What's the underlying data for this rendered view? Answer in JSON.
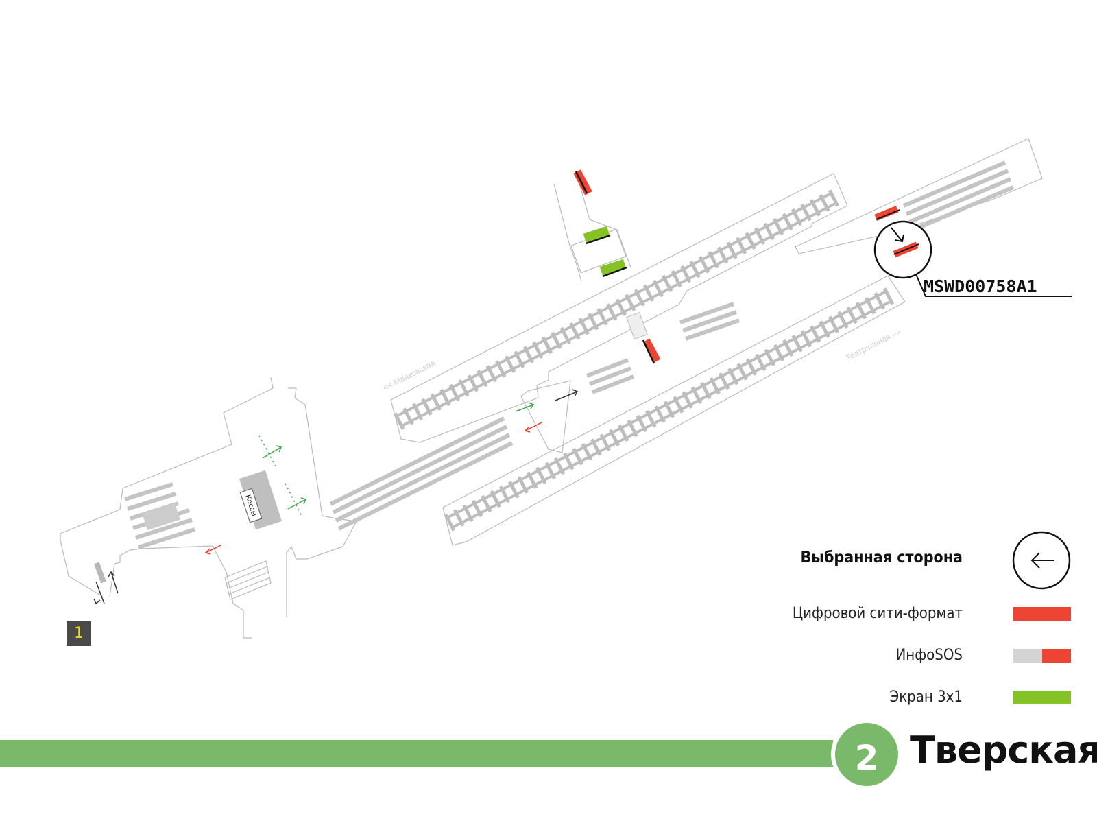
{
  "station": {
    "name": "Тверская",
    "line_number": "2",
    "line_color": "#7bb96a"
  },
  "map": {
    "selected_screen_code": "MSWD00758A1",
    "cashier_label": "Кассы",
    "exit_number": "1",
    "direction_left": "<< Маяковская",
    "direction_right": "Театральная >>",
    "icons": [
      "escalator-icon",
      "track-icon",
      "direction-arrow-icon",
      "selected-side-icon"
    ]
  },
  "legend": {
    "selected_side": "Выбранная сторона",
    "items": [
      {
        "label": "Цифровой сити-формат",
        "color": "#ee4433"
      },
      {
        "label": "ИнфоSOS",
        "color": "#ee4433",
        "secondary_color": "#d4d4d4"
      },
      {
        "label": "Экран 3x1",
        "color": "#84c225"
      }
    ]
  },
  "colors": {
    "red": "#ee4433",
    "green": "#84c225",
    "gray_structure": "#b5b5b5",
    "arrow_green": "#3aa84a",
    "arrow_red": "#e53a2a"
  }
}
